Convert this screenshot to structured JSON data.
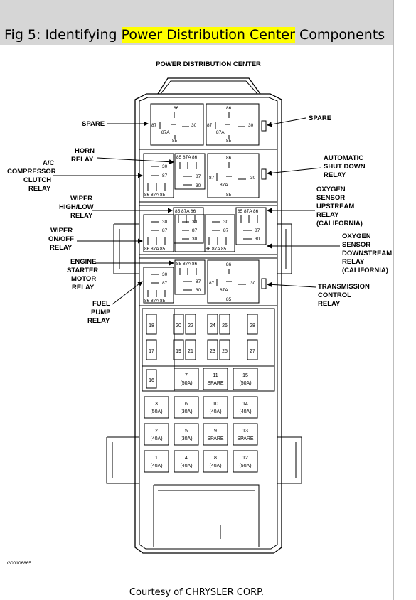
{
  "header": {
    "prefix": "Fig 5: Identifying ",
    "highlight": "Power Distribution Center",
    "suffix": " Components"
  },
  "diagram": {
    "title": "POWER DISTRIBUTION CENTER",
    "code": "G00106865",
    "labels": {
      "spare_left": "SPARE",
      "spare_right": "SPARE",
      "horn": [
        "HORN",
        "RELAY"
      ],
      "ac": [
        "A/C",
        "COMPRESSOR",
        "CLUTCH",
        "RELAY"
      ],
      "wiper_hl": [
        "WIPER",
        "HIGH/LOW",
        "RELAY"
      ],
      "wiper_onoff": [
        "WIPER",
        "ON/OFF",
        "RELAY"
      ],
      "starter": [
        "ENGINE",
        "STARTER",
        "MOTOR",
        "RELAY"
      ],
      "fuel": [
        "FUEL",
        "PUMP",
        "RELAY"
      ],
      "asd": [
        "AUTOMATIC",
        "SHUT DOWN",
        "RELAY"
      ],
      "o2_up": [
        "OXYGEN",
        "SENSOR",
        "UPSTREAM",
        "RELAY",
        "(CALIFORNIA)"
      ],
      "o2_down": [
        "OXYGEN",
        "SENSOR",
        "DOWNSTREAM",
        "RELAY",
        "(CALIFORNIA)"
      ],
      "trans": [
        "TRANSMISSION",
        "CONTROL",
        "RELAY"
      ]
    },
    "pins": {
      "p85": "85",
      "p86": "86",
      "p87": "87",
      "p87a": "87A",
      "p30": "30"
    },
    "mini_fuses": [
      "18",
      "20",
      "22",
      "24",
      "26",
      "28",
      "17",
      "19",
      "21",
      "23",
      "25",
      "27",
      "16"
    ],
    "maxi_fuses": [
      {
        "num": "7",
        "rating": "(50A)"
      },
      {
        "num": "11",
        "rating": "SPARE"
      },
      {
        "num": "15",
        "rating": "(50A)"
      },
      {
        "num": "3",
        "rating": "(50A)"
      },
      {
        "num": "6",
        "rating": "(30A)"
      },
      {
        "num": "10",
        "rating": "(40A)"
      },
      {
        "num": "14",
        "rating": "(40A)"
      },
      {
        "num": "2",
        "rating": "(40A)"
      },
      {
        "num": "5",
        "rating": "(30A)"
      },
      {
        "num": "9",
        "rating": "SPARE"
      },
      {
        "num": "13",
        "rating": "SPARE"
      },
      {
        "num": "1",
        "rating": "(40A)"
      },
      {
        "num": "4",
        "rating": "(40A)"
      },
      {
        "num": "8",
        "rating": "(40A)"
      },
      {
        "num": "12",
        "rating": "(50A)"
      }
    ]
  },
  "credit": "Courtesy of CHRYSLER CORP."
}
